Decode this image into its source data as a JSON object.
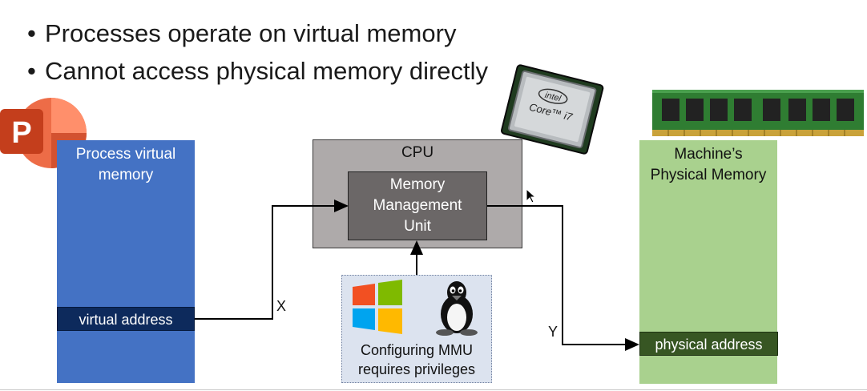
{
  "slide": {
    "bullets": [
      "Processes operate on virtual memory",
      "Cannot access physical memory directly"
    ],
    "process_box": {
      "title_line1": "Process virtual",
      "title_line2": "memory",
      "address_label": "virtual address"
    },
    "cpu_box": {
      "title": "CPU",
      "mmu_line1": "Memory",
      "mmu_line2": "Management",
      "mmu_line3": "Unit"
    },
    "physical_box": {
      "title_line1": "Machine’s",
      "title_line2": "Physical Memory",
      "address_label": "physical address"
    },
    "privilege_box": {
      "line1": "Configuring MMU",
      "line2": "requires privileges"
    },
    "labels": {
      "x": "X",
      "y": "Y"
    },
    "chip_text": {
      "brand": "intel",
      "model": "Core™ i7"
    },
    "colors": {
      "process_blue": "#4472c4",
      "virtual_addr_navy": "#0d2a5c",
      "cpu_gray": "#aeaaaa",
      "mmu_gray": "#6b6767",
      "physical_green": "#a9d18e",
      "physical_addr_green": "#375623",
      "privilege_bg": "#dce3ef",
      "powerpoint_orange": "#d04423"
    },
    "icons": [
      "powerpoint-logo-icon",
      "intel-cpu-chip-icon",
      "ram-stick-icon",
      "windows-logo-icon",
      "linux-tux-icon",
      "mouse-cursor-icon"
    ]
  }
}
